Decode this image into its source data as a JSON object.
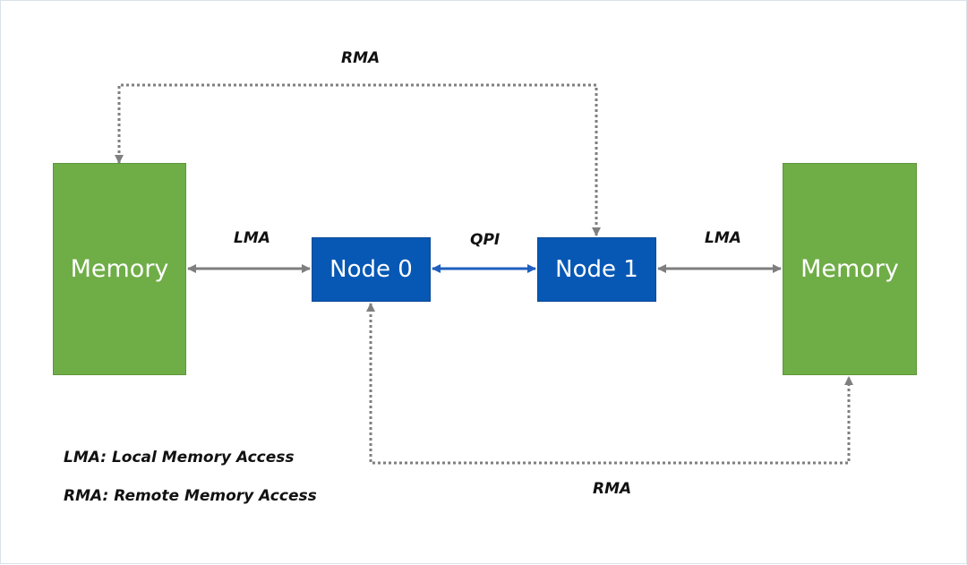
{
  "boxes": {
    "memory_left": "Memory",
    "node_0": "Node 0",
    "node_1": "Node 1",
    "memory_right": "Memory"
  },
  "connections": {
    "rma_top": "RMA",
    "lma_left": "LMA",
    "qpi": "QPI",
    "lma_right": "LMA",
    "rma_bottom": "RMA"
  },
  "legend": {
    "lma": "LMA: Local Memory Access",
    "rma": "RMA: Remote Memory Access"
  },
  "colors": {
    "memory": "#6fad47",
    "node": "#0758b4",
    "local_arrow": "#7f7f7f",
    "qpi_arrow": "#1f5fbf"
  }
}
